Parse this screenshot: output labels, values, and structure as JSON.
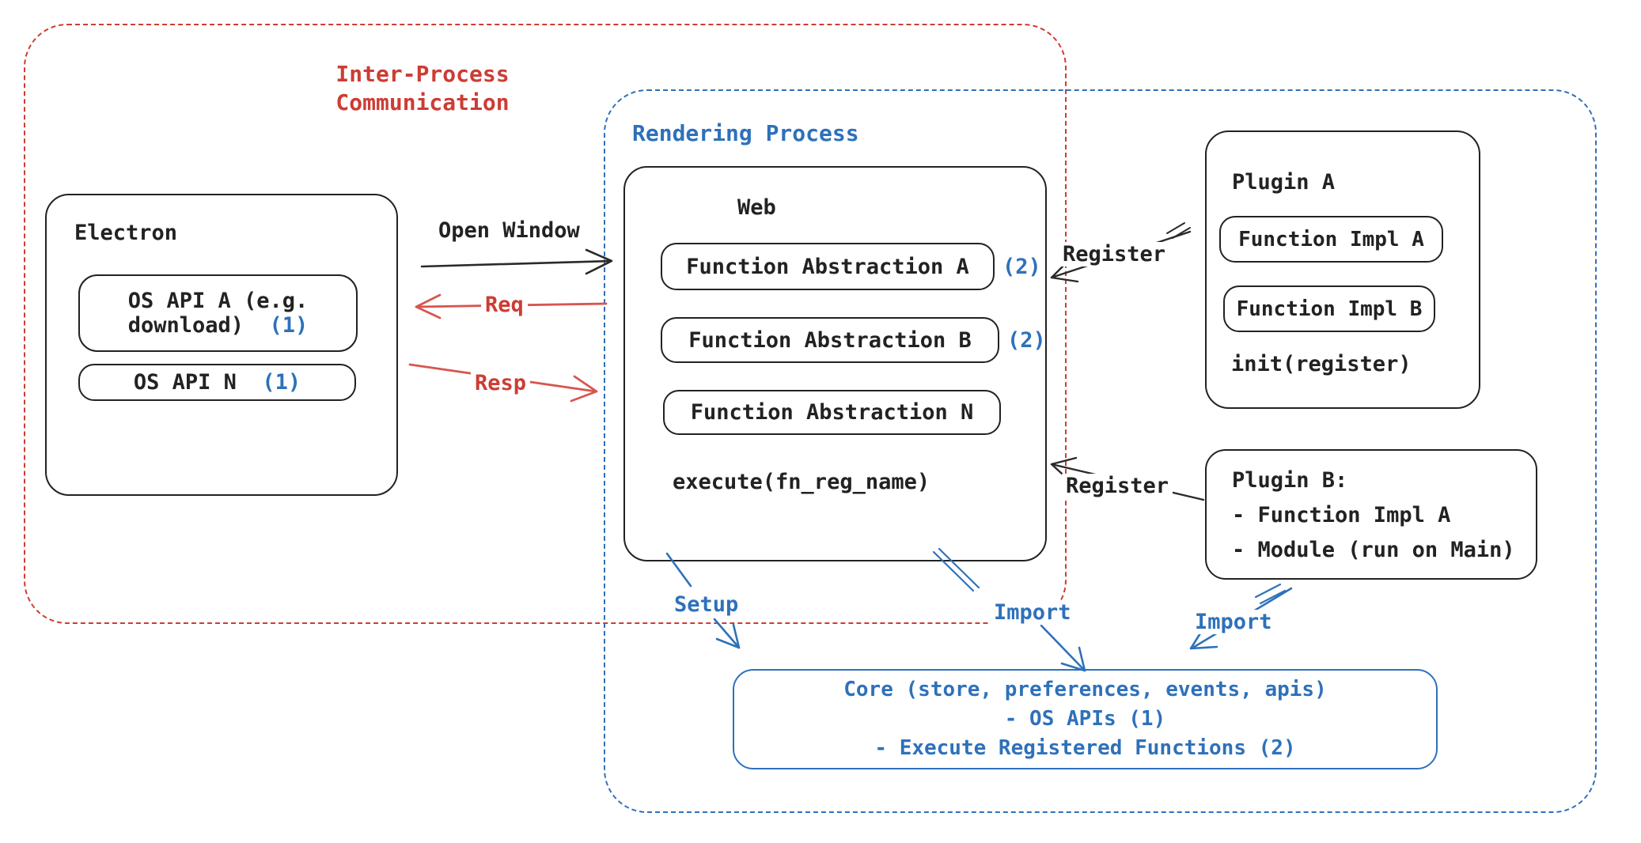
{
  "colors": {
    "ink": "#222222",
    "red": "#cd3c34",
    "blue": "#2e71ba",
    "redlight": "#d7564f"
  },
  "ipc": {
    "label_line1": "Inter-Process",
    "label_line2": "Communication"
  },
  "rendering": {
    "label": "Rendering Process"
  },
  "electron": {
    "title": "Electron",
    "os_api_a_line1": "OS API A (e.g.",
    "os_api_a_line2": "download)",
    "os_api_a_num": "(1)",
    "os_api_n": "OS API N",
    "os_api_n_num": "(1)"
  },
  "web": {
    "title": "Web",
    "fa_a": "Function Abstraction A",
    "fa_a_num": "(2)",
    "fa_b": "Function Abstraction B",
    "fa_b_num": "(2)",
    "fa_n": "Function Abstraction N",
    "execute": "execute(fn_reg_name)"
  },
  "plugin_a": {
    "title": "Plugin A",
    "impl_a": "Function Impl A",
    "impl_b": "Function Impl B",
    "init": "init(register)"
  },
  "plugin_b": {
    "title": "Plugin B:",
    "line1": "- Function Impl A",
    "line2": "- Module (run on Main)"
  },
  "core": {
    "line1": "Core (store, preferences, events, apis)",
    "line2": "- OS APIs (1)",
    "line3": "- Execute Registered Functions (2)"
  },
  "arrows": {
    "open_window": "Open Window",
    "req": "Req",
    "resp": "Resp",
    "register_top": "Register",
    "register_bottom": "Register",
    "setup": "Setup",
    "import_mid": "Import",
    "import_right": "Import"
  }
}
